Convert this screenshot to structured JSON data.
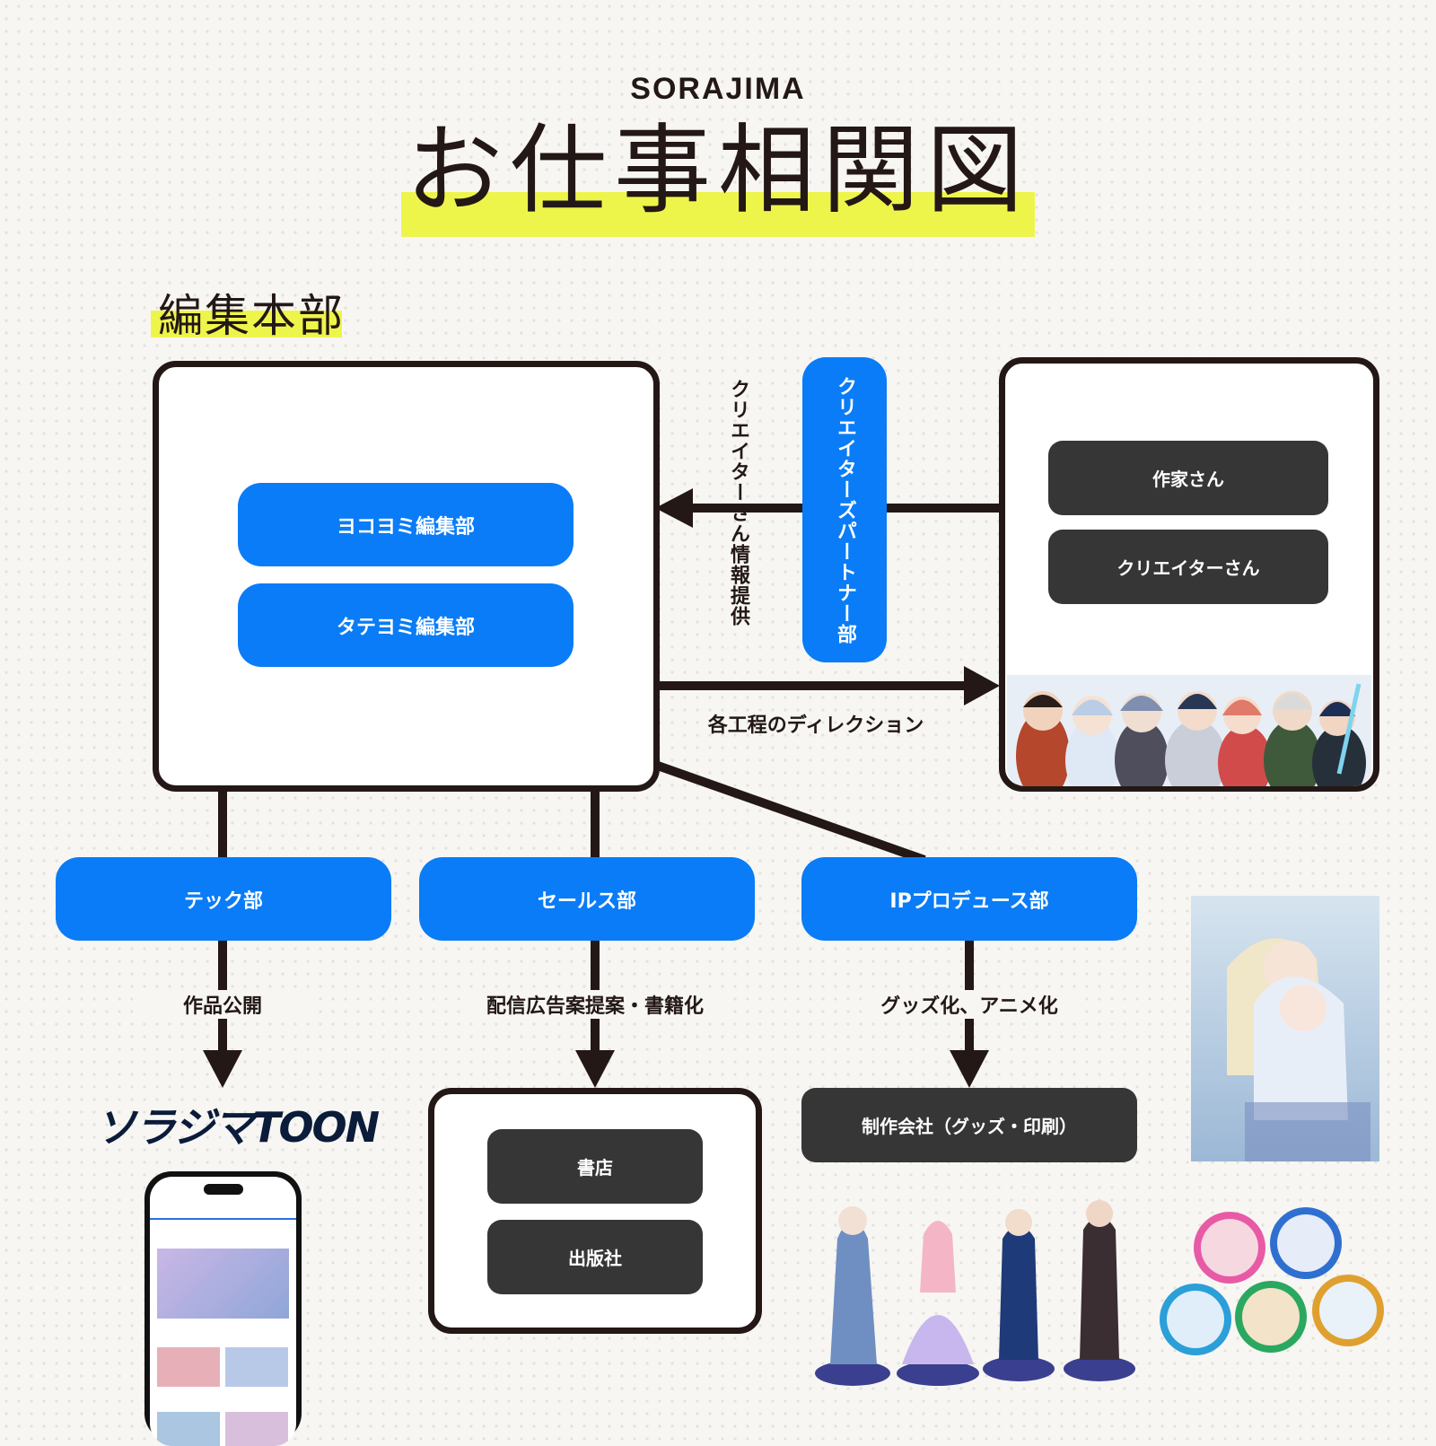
{
  "brand": "SORAJIMA",
  "title": "お仕事相関図",
  "section_title": "編集本部",
  "editorial": {
    "yokoyomi": "ヨコヨミ編集部",
    "tateyomi": "タテヨミ編集部"
  },
  "partner_dept": "クリエイターズパートナー部",
  "info_label": "クリエイターさん情報提供",
  "direction_label": "各工程のディレクション",
  "creators": {
    "author": "作家さん",
    "creator": "クリエイターさん"
  },
  "depts": {
    "tech": "テック部",
    "sales": "セールス部",
    "ip": "IPプロデュース部"
  },
  "flows": {
    "publish": "作品公開",
    "sales": "配信広告案提案・書籍化",
    "ip": "グッズ化、アニメ化"
  },
  "app_logo": "ソラジマTOON",
  "retail": {
    "bookstore": "書店",
    "publisher": "出版社"
  },
  "production": "制作会社（グッズ・印刷）",
  "colors": {
    "accent_blue": "#0a7cf7",
    "dark_box": "#363636",
    "highlight": "#eef54a",
    "line": "#231815"
  }
}
